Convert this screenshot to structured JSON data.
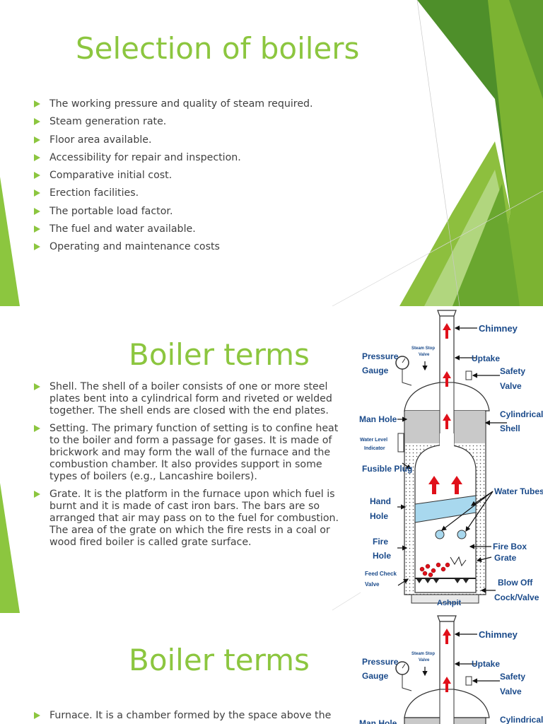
{
  "slides": [
    {
      "title": "Selection of boilers",
      "bullets": [
        "The working pressure and quality of steam required.",
        "Steam generation rate.",
        "Floor area available.",
        "Accessibility for repair and inspection.",
        "Comparative initial cost.",
        "Erection facilities.",
        "The portable load factor.",
        "The fuel and water available.",
        "Operating and maintenance costs"
      ]
    },
    {
      "title": "Boiler terms",
      "bullets": [
        "Shell. The shell of a boiler consists of one or more steel plates bent into a cylindrical form and riveted or welded together. The shell ends are closed with the end plates.",
        "Setting. The primary function of setting is to confine heat to the boiler and form a passage for gases. It is made of brickwork and may form the wall of the furnace and the combustion chamber. It also provides support in some types of boilers (e.g., Lancashire boilers).",
        "Grate. It is the platform in the furnace upon which fuel is burnt and it is made of cast iron bars. The bars are so arranged that air may pass on to the fuel for combustion. The area of the grate on which the fire rests in a coal or wood fired boiler is called grate surface."
      ]
    },
    {
      "title": "Boiler terms",
      "bullets": [
        "Furnace. It is a chamber formed by the space above the"
      ]
    }
  ],
  "diagram": {
    "labels": {
      "chimney": "Chimney",
      "pressure_gauge_1": "Pressure",
      "pressure_gauge_2": "Gauge",
      "steam_stop_1": "Steam Stop",
      "steam_stop_2": "Valve",
      "uptake": "Uptake",
      "safety_1": "Safety",
      "safety_2": "Valve",
      "man_hole": "Man Hole",
      "cylindrical_1": "Cylindrical",
      "cylindrical_2": "Shell",
      "water_level_1": "Water Level",
      "water_level_2": "Indicator",
      "fusible_plug": "Fusible Plug",
      "water_tubes": "Water Tubes",
      "hand_hole_1": "Hand",
      "hand_hole_2": "Hole",
      "fire_hole_1": "Fire",
      "fire_hole_2": "Hole",
      "fire_box": "Fire Box",
      "grate": "Grate",
      "feed_check_1": "Feed Check",
      "feed_check_2": "Valve",
      "blow_off_1": "Blow Off",
      "blow_off_2": "Cock/Valve",
      "ashpit": "Ashpit"
    }
  },
  "colors": {
    "accent_green": "#8cc63f",
    "text_gray": "#404040",
    "label_blue": "#1a4a8a",
    "arrow_red": "#e0101a"
  }
}
